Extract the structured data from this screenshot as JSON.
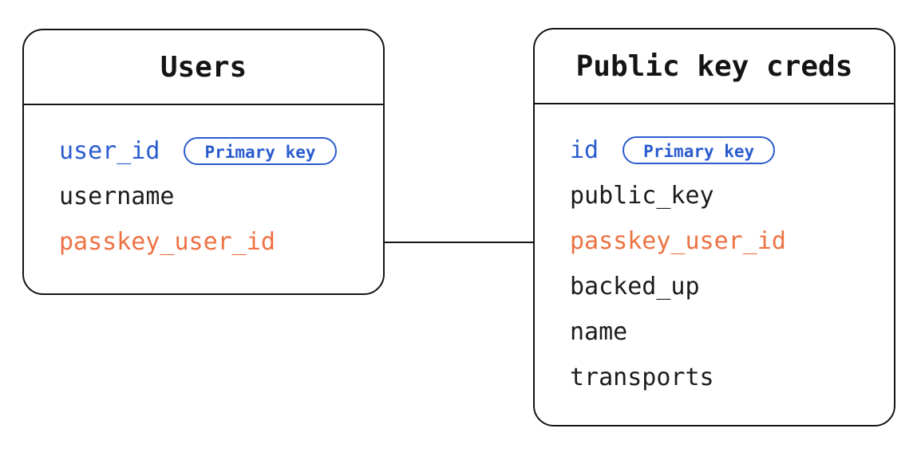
{
  "diagram": {
    "tables": [
      {
        "name": "Users",
        "fields": [
          {
            "name": "user_id",
            "role": "primary-key",
            "badge": "Primary key"
          },
          {
            "name": "username",
            "role": "plain"
          },
          {
            "name": "passkey_user_id",
            "role": "linked"
          }
        ]
      },
      {
        "name": "Public key creds",
        "fields": [
          {
            "name": "id",
            "role": "primary-key",
            "badge": "Primary key"
          },
          {
            "name": "public_key",
            "role": "plain"
          },
          {
            "name": "passkey_user_id",
            "role": "linked"
          },
          {
            "name": "backed_up",
            "role": "plain"
          },
          {
            "name": "name",
            "role": "plain"
          },
          {
            "name": "transports",
            "role": "plain"
          }
        ]
      }
    ],
    "relationship": {
      "from": "Users.passkey_user_id",
      "to": "Public key creds.passkey_user_id"
    },
    "colors": {
      "primary_key_blue": "#2b5cce",
      "linked_field_orange": "#ed7243",
      "line_black": "#141414",
      "background": "#ffffff"
    }
  }
}
